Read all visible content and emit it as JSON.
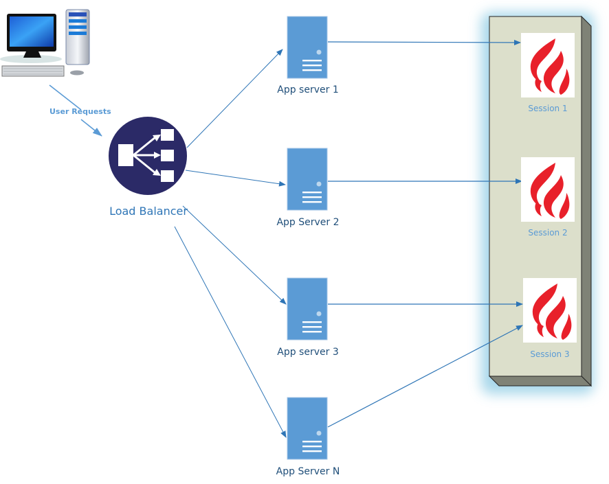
{
  "diagram": {
    "title": "Session replication / Load balancer architecture",
    "client": {
      "label": "User Requests",
      "icon": "desktop-computer-icon"
    },
    "load_balancer": {
      "label": "Load Balancer",
      "icon": "load-balancer-icon",
      "color": "#2b2a67"
    },
    "servers": [
      {
        "id": "s1",
        "label": "App server 1"
      },
      {
        "id": "s2",
        "label": "App Server 2"
      },
      {
        "id": "s3",
        "label": "App server 3"
      },
      {
        "id": "sn",
        "label": "App Server N"
      }
    ],
    "session_store": {
      "sessions": [
        {
          "id": "sess1",
          "label": "Session 1"
        },
        {
          "id": "sess2",
          "label": "Session 2"
        },
        {
          "id": "sess3",
          "label": "Session 3"
        }
      ]
    },
    "connections": [
      {
        "from": "client",
        "to": "load_balancer"
      },
      {
        "from": "load_balancer",
        "to": "s1"
      },
      {
        "from": "load_balancer",
        "to": "s2"
      },
      {
        "from": "load_balancer",
        "to": "s3"
      },
      {
        "from": "load_balancer",
        "to": "sn"
      },
      {
        "from": "s1",
        "to": "sess1"
      },
      {
        "from": "s2",
        "to": "sess2"
      },
      {
        "from": "s3",
        "to": "sess3"
      },
      {
        "from": "sn",
        "to": "sess3"
      }
    ],
    "colors": {
      "server": "#5b9bd5",
      "arrow": "#2e75b6",
      "label": "#1f4e79",
      "session_label": "#5b9bd5",
      "flame": "#e8202a",
      "store_face": "#dcdfcb",
      "store_side": "#7f8276"
    }
  }
}
